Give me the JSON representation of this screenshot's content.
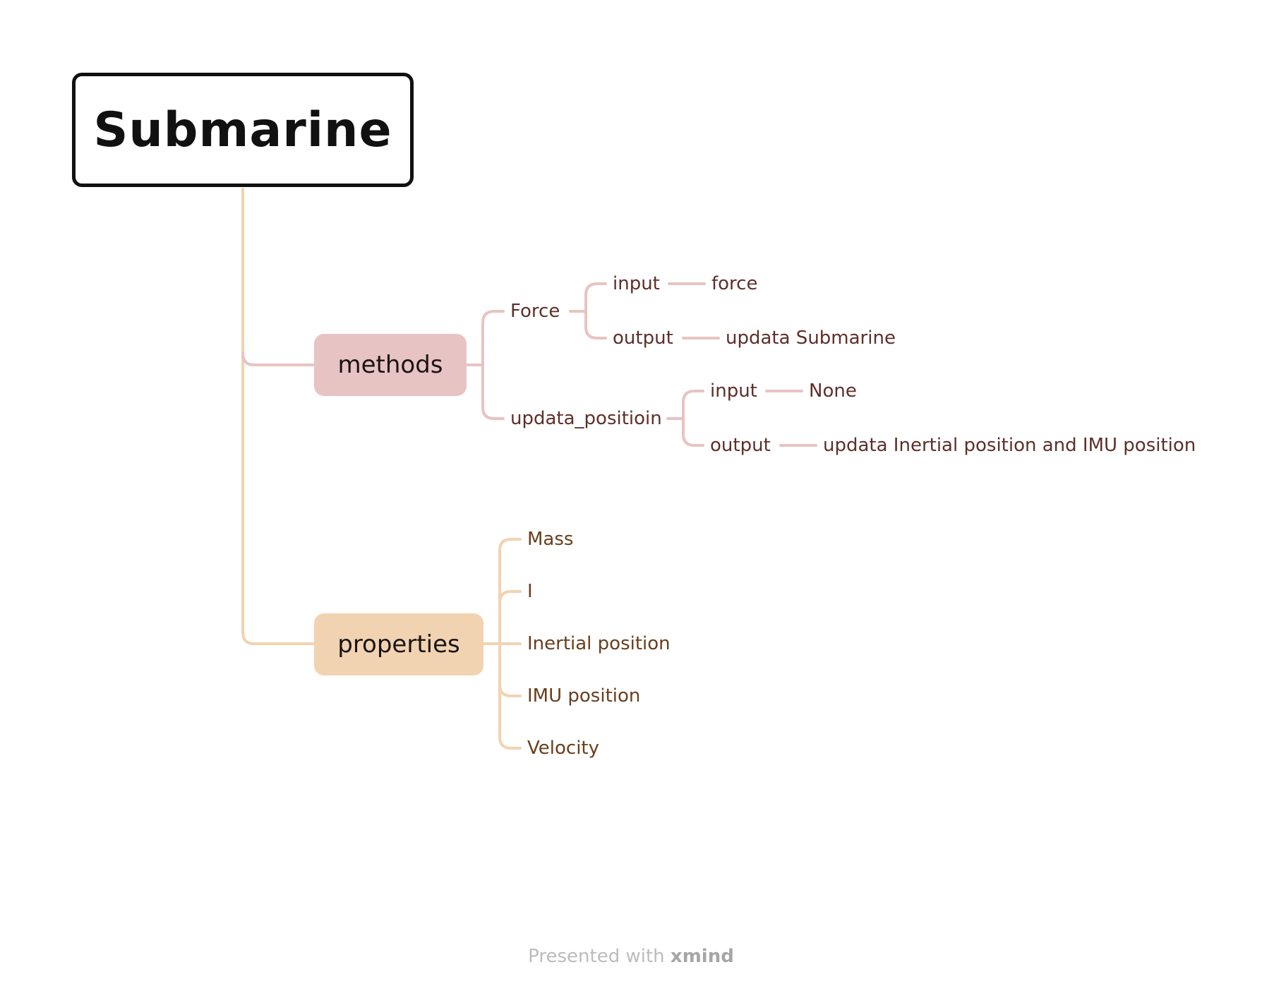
{
  "root": {
    "label": "Submarine"
  },
  "branches": {
    "methods": {
      "label": "methods",
      "color": "#e8c3c3",
      "children": [
        {
          "label": "Force",
          "children": [
            {
              "label": "input",
              "value": "force"
            },
            {
              "label": "output",
              "value": "updata Submarine"
            }
          ]
        },
        {
          "label": "updata_positioin",
          "children": [
            {
              "label": "input",
              "value": "None"
            },
            {
              "label": "output",
              "value": "updata Inertial position and IMU position"
            }
          ]
        }
      ]
    },
    "properties": {
      "label": "properties",
      "color": "#f2d3b1",
      "children": [
        {
          "label": "Mass"
        },
        {
          "label": "I"
        },
        {
          "label": "Inertial position"
        },
        {
          "label": "IMU position"
        },
        {
          "label": "Velocity"
        }
      ]
    }
  },
  "footer": {
    "prefix": "Presented with",
    "brand": "xmind"
  }
}
